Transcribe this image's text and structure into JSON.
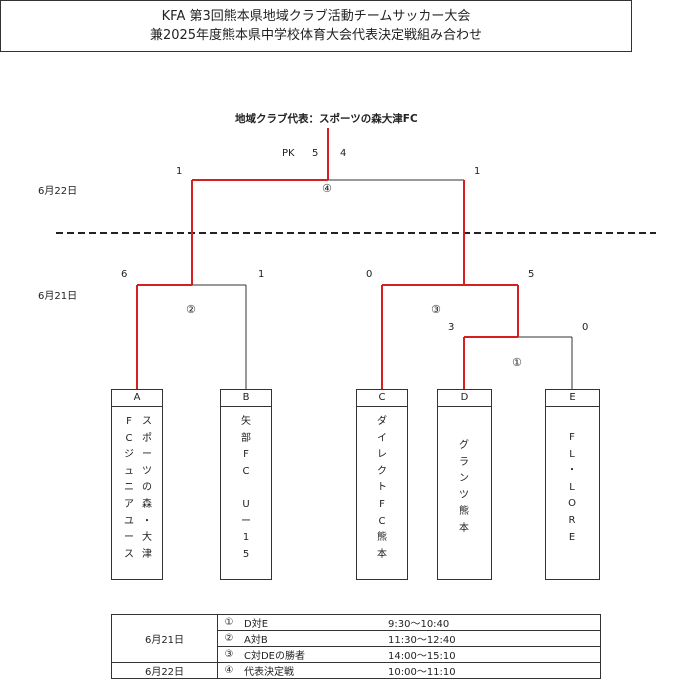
{
  "title": {
    "line1": "KFA 第3回熊本県地域クラブ活動チームサッカー大会",
    "line2": "兼2025年度熊本県中学校体育大会代表決定戦組み合わせ"
  },
  "winner_label": "地域クラブ代表：スポーツの森大津FC",
  "pk_label": "PK",
  "pk_left": "5",
  "pk_right": "4",
  "dates": {
    "day2": "6月22日",
    "day1": "6月21日"
  },
  "scores": {
    "final_left": "1",
    "final_right": "1",
    "m2_left": "6",
    "m2_right": "1",
    "m3_left": "0",
    "m3_right": "5",
    "m1_left": "3",
    "m1_right": "0"
  },
  "match_numbers": {
    "m4": "④",
    "m2": "②",
    "m3": "③",
    "m1": "①"
  },
  "teams": [
    {
      "letter": "A",
      "col1": [
        "F",
        "C",
        "ジ",
        "ュ",
        "ニ",
        "ア",
        "ユ",
        "ー",
        "ス"
      ],
      "col2": [
        "ス",
        "ポ",
        "ー",
        "ツ",
        "の",
        "森",
        "・",
        "大",
        "津"
      ]
    },
    {
      "letter": "B",
      "col1": [
        "矢",
        "部",
        "F",
        "C",
        "",
        "U",
        "ー",
        "1",
        "5"
      ]
    },
    {
      "letter": "C",
      "col1": [
        "ダ",
        "イ",
        "レ",
        "ク",
        "ト",
        "F",
        "C",
        "熊",
        "本"
      ]
    },
    {
      "letter": "D",
      "col1": [
        "グ",
        "ラ",
        "ン",
        "ツ",
        "熊",
        "本"
      ]
    },
    {
      "letter": "E",
      "col1": [
        "F",
        "L",
        "・",
        "L",
        "O",
        "R",
        "E"
      ]
    }
  ],
  "schedule": [
    {
      "date": "6月21日",
      "num": "①",
      "match": "D対E",
      "time": "9:30〜10:40"
    },
    {
      "date": "",
      "num": "②",
      "match": "A対B",
      "time": "11:30〜12:40"
    },
    {
      "date": "",
      "num": "③",
      "match": "C対DEの勝者",
      "time": "14:00〜15:10"
    },
    {
      "date": "6月22日",
      "num": "④",
      "match": "代表決定戦",
      "time": "10:00〜11:10"
    }
  ]
}
